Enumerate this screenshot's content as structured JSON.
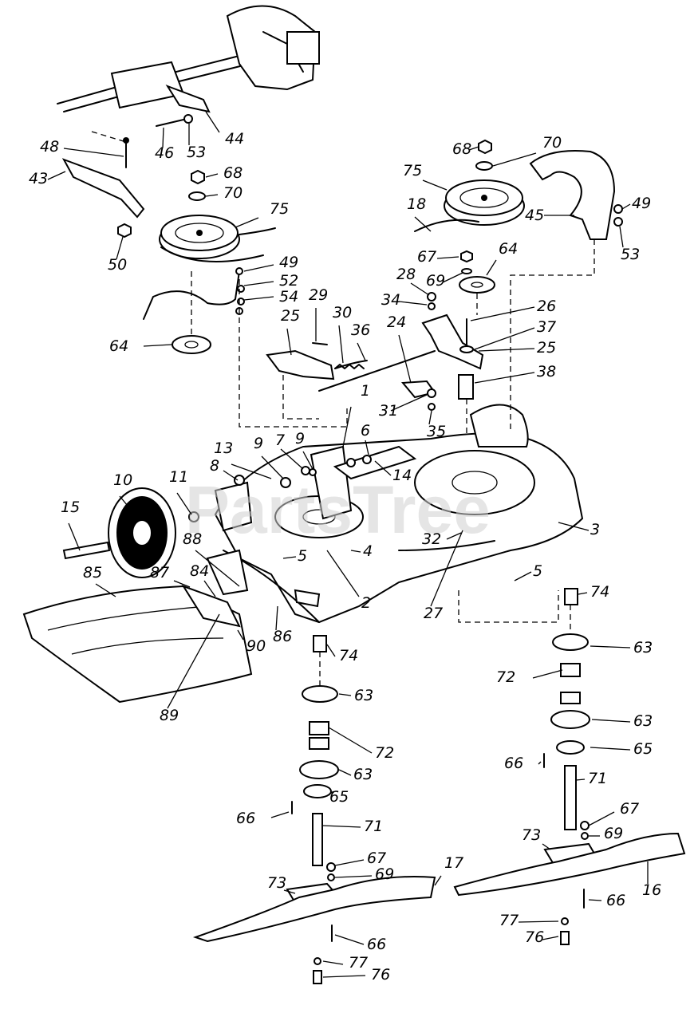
{
  "watermark": "PartsTree",
  "part_numbers": [
    "1",
    "2",
    "3",
    "4",
    "5",
    "5",
    "6",
    "7",
    "8",
    "9",
    "9",
    "10",
    "11",
    "13",
    "14",
    "15",
    "16",
    "17",
    "18",
    "24",
    "25",
    "25",
    "26",
    "27",
    "28",
    "29",
    "30",
    "31",
    "32",
    "34",
    "35",
    "36",
    "37",
    "38",
    "43",
    "44",
    "45",
    "46",
    "48",
    "49",
    "49",
    "50",
    "52",
    "53",
    "53",
    "54",
    "63",
    "63",
    "63",
    "63",
    "64",
    "64",
    "65",
    "65",
    "66",
    "66",
    "66",
    "66",
    "67",
    "67",
    "67",
    "68",
    "68",
    "69",
    "69",
    "69",
    "70",
    "70",
    "71",
    "71",
    "72",
    "72",
    "73",
    "73",
    "74",
    "74",
    "75",
    "75",
    "76",
    "76",
    "77",
    "77",
    "84",
    "85",
    "86",
    "87",
    "88",
    "89",
    "90"
  ]
}
